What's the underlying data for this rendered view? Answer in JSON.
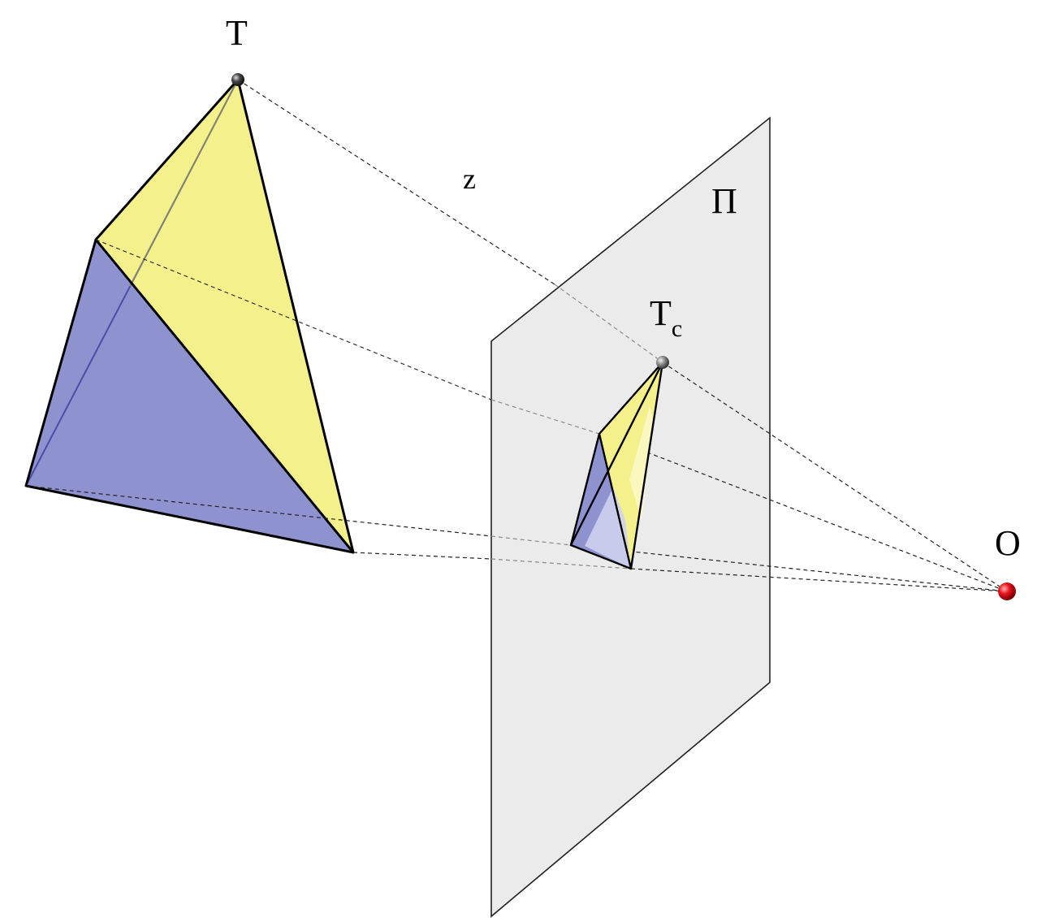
{
  "labels": {
    "apex": "T",
    "apex_projection_main": "T",
    "apex_projection_sub": "c",
    "plane": "Π",
    "distance": "z",
    "center": "O"
  },
  "colors": {
    "yellow_face": "#f4f08c",
    "blue_face": "#8e92cf",
    "plane_fill": "#ebebeb",
    "center_point": "#e8141a",
    "vertex_point": "#4a4a4a"
  },
  "icons": {
    "apex_marker": "sphere-icon",
    "center_marker": "sphere-icon"
  }
}
